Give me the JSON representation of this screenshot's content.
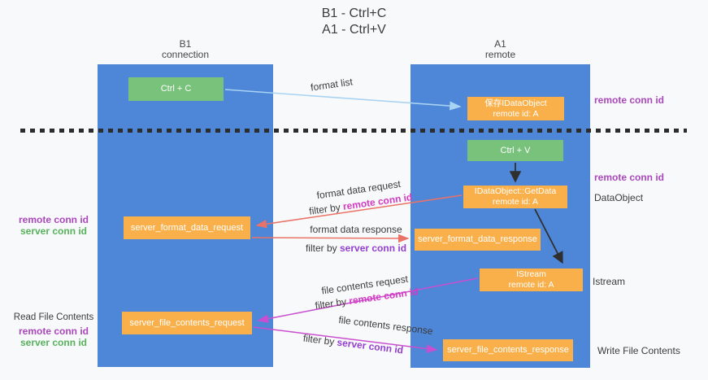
{
  "title": {
    "line1": "B1 - Ctrl+C",
    "line2": "A1 - Ctrl+V"
  },
  "lanes": {
    "b1": {
      "name": "B1",
      "role": "connection"
    },
    "a1": {
      "name": "A1",
      "role": "remote"
    }
  },
  "boxes": {
    "ctrl_c": {
      "label": "Ctrl + C"
    },
    "save_idataobject": {
      "line1": "保存IDataObject",
      "line2": "remote id: A"
    },
    "ctrl_v": {
      "label": "Ctrl + V"
    },
    "idataobject_getdata": {
      "line1": "IDataObject::GetData",
      "line2": "remote id: A"
    },
    "server_format_data_request": {
      "label": "server_format_data_request"
    },
    "server_format_data_response": {
      "label": "server_format_data_response"
    },
    "istream": {
      "line1": "IStream",
      "line2": "remote id: A"
    },
    "server_file_contents_request": {
      "label": "server_file_contents_request"
    },
    "server_file_contents_response": {
      "label": "server_file_contents_response"
    }
  },
  "arrow_labels": {
    "format_list": "format list",
    "format_data_request": "format data request",
    "format_data_response": "format data response",
    "file_contents_request": "file contents request",
    "file_contents_response": "file contents response",
    "filter_by": "filter by",
    "remote_conn_id": "remote conn id",
    "server_conn_id": "server conn id"
  },
  "side_labels": {
    "remote_conn_id_top": "remote conn id",
    "remote_conn_id_mid": "remote conn id",
    "dataobject": "DataObject",
    "istream": "Istream",
    "write_file_contents": "Write File Contents",
    "read_file_contents": "Read File Contents",
    "left_remote_conn_id": "remote conn id",
    "left_server_conn_id": "server conn id",
    "left2_remote_conn_id": "remote conn id",
    "left2_server_conn_id": "server conn id"
  },
  "colors": {
    "lane_blue": "#4e86d8",
    "box_green": "#79c27c",
    "box_orange": "#f9b04b",
    "arrow_light_blue": "#a9d3f2",
    "arrow_salmon": "#ea7266",
    "arrow_magenta": "#ca4fd0",
    "arrow_black": "#2f2f2f",
    "label_purple": "#ab47bc",
    "label_green": "#57b25b",
    "label_magenta": "#d23bc4",
    "label_violet": "#9440cf"
  }
}
